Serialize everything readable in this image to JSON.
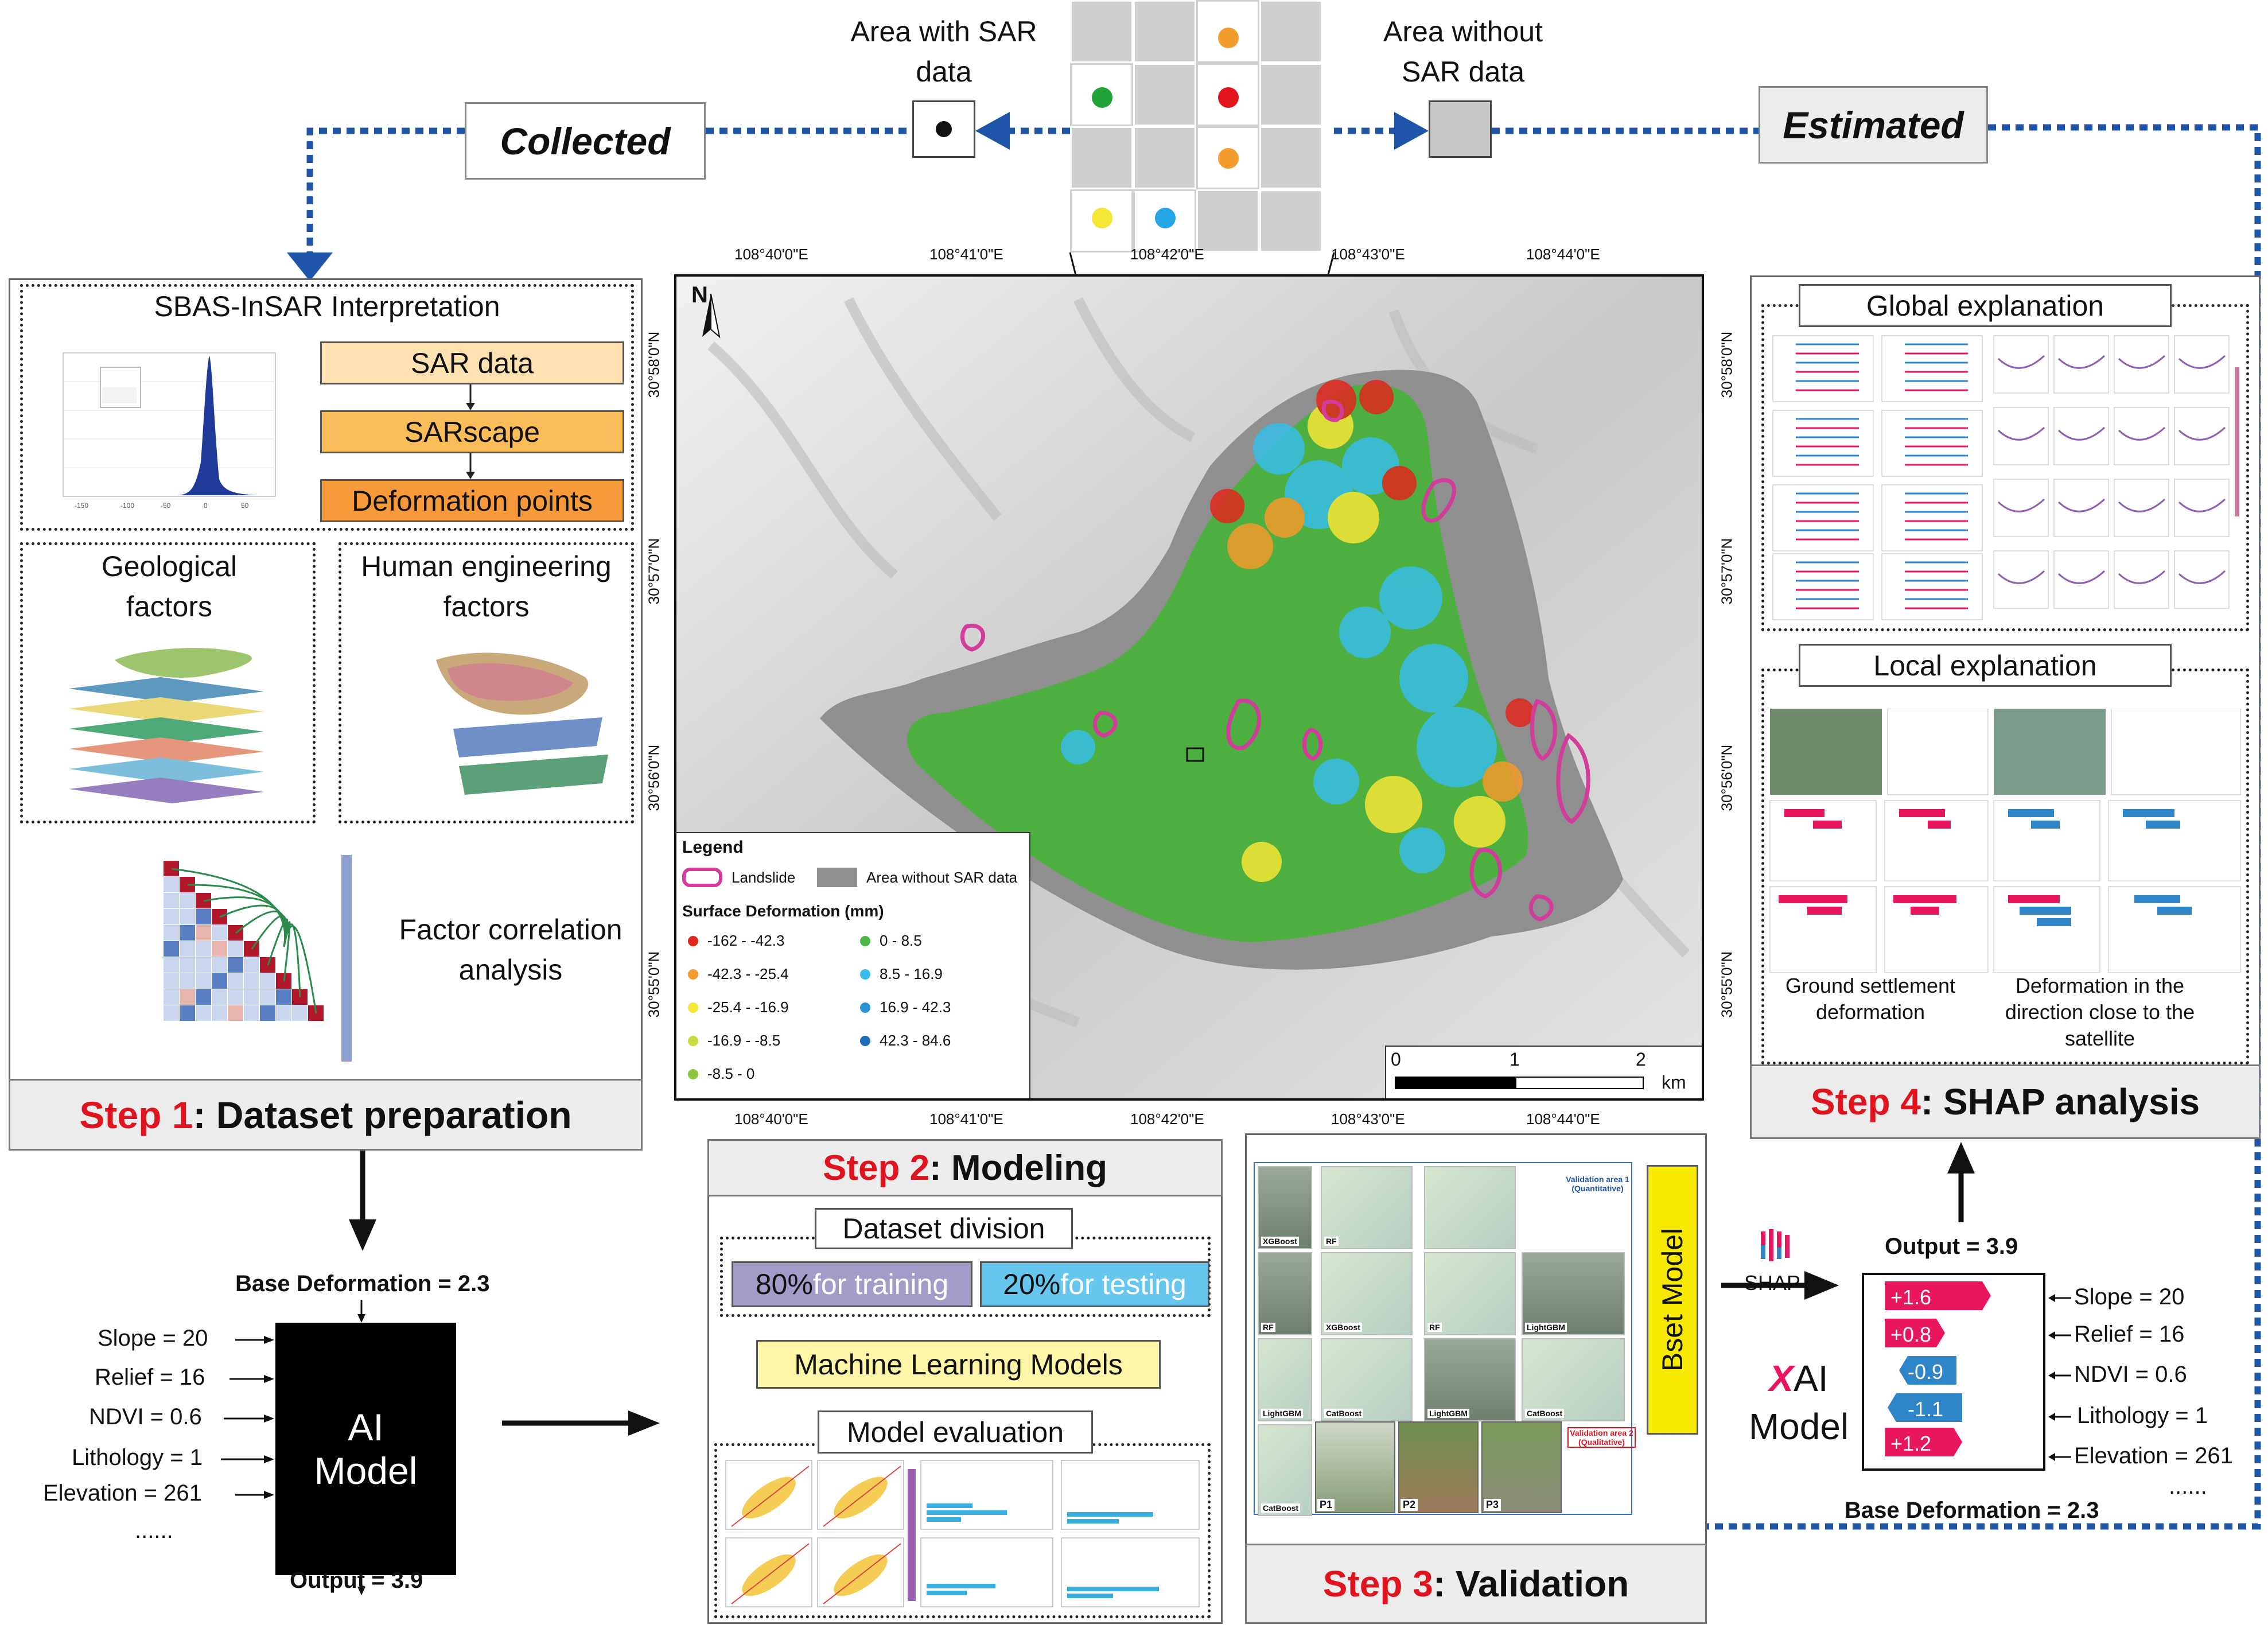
{
  "top": {
    "area_with": "Area with SAR data",
    "area_without": "Area without SAR data",
    "collected": "Collected",
    "estimated": "Estimated"
  },
  "step1": {
    "step_num": "Step 1",
    "step_label": ": Dataset preparation",
    "sbas_title": "SBAS-InSAR Interpretation",
    "flow": [
      "SAR data",
      "SARscape",
      "Deformation points"
    ],
    "geological": "Geological factors",
    "human": "Human engineering factors",
    "correlation": "Factor correlation analysis"
  },
  "ai_model": {
    "base": "Base Deformation = 2.3",
    "inputs": [
      "Slope = 20",
      "Relief = 16",
      "NDVI = 0.6",
      "Lithology = 1",
      "Elevation = 261"
    ],
    "ellipsis": "......",
    "label_line1": "AI",
    "label_line2": "Model",
    "output": "Output = 3.9"
  },
  "map": {
    "north": "N",
    "top_ticks": [
      "108°40'0\"E",
      "108°41'0\"E",
      "108°42'0\"E",
      "108°43'0\"E",
      "108°44'0\"E"
    ],
    "bottom_ticks": [
      "108°40'0\"E",
      "108°41'0\"E",
      "108°42'0\"E",
      "108°43'0\"E",
      "108°44'0\"E"
    ],
    "left_ticks": [
      "30°58'0\"N",
      "30°57'0\"N",
      "30°56'0\"N",
      "30°55'0\"N"
    ],
    "right_ticks": [
      "30°58'0\"N",
      "30°57'0\"N",
      "30°56'0\"N",
      "30°55'0\"N"
    ],
    "scale": [
      "0",
      "1",
      "2",
      "km"
    ],
    "legend": {
      "title": "Legend",
      "landslide": "Landslide",
      "no_sar": "Area without SAR data",
      "sd_title": "Surface Deformation (mm)",
      "classes_left": [
        {
          "label": "-162 - -42.3",
          "color": "#e1261c"
        },
        {
          "label": "-42.3 - -25.4",
          "color": "#f39b2c"
        },
        {
          "label": "-25.4 - -16.9",
          "color": "#f6e635"
        },
        {
          "label": "-16.9 - -8.5",
          "color": "#c8dc3c"
        },
        {
          "label": "-8.5 - 0",
          "color": "#8bc43f"
        }
      ],
      "classes_right": [
        {
          "label": "0 - 8.5",
          "color": "#4cb748"
        },
        {
          "label": "8.5 - 16.9",
          "color": "#36bde8"
        },
        {
          "label": "16.9 - 42.3",
          "color": "#2a93d4"
        },
        {
          "label": "42.3 - 84.6",
          "color": "#1f6fb8"
        }
      ]
    }
  },
  "step2": {
    "step_num": "Step 2",
    "step_label": ": Modeling",
    "division": "Dataset division",
    "train_pct": "80%",
    "train_txt": " for training",
    "test_pct": "20%",
    "test_txt": " for testing",
    "ml": "Machine Learning Models",
    "evaluation": "Model  evaluation"
  },
  "step3": {
    "step_num": "Step 3",
    "step_label": ": Validation",
    "best_model": "Bset Model",
    "thumb_labels": [
      "XGBoost",
      "RF",
      "XGBoost",
      "RF",
      "LightGBM",
      "CatBoost",
      "LightGBM",
      "CatBoost",
      "LightGBM",
      "CatBoost"
    ],
    "photo_labels": [
      "P1",
      "P2",
      "P3"
    ],
    "val1": "Validation area 1",
    "val1_sub": "(Quantitative)",
    "val2": "Validation area 2",
    "val2_sub": "(Qualitative)"
  },
  "xai": {
    "shap_logo": "SHAP",
    "x_letter": "X",
    "ai": "AI",
    "model": "Model",
    "output": "Output = 3.9",
    "base": "Base Deformation = 2.3",
    "bars": [
      {
        "label": "+1.6",
        "feature": "Slope = 20",
        "color": "#e8175d"
      },
      {
        "label": "+0.8",
        "feature": "Relief = 16",
        "color": "#e8175d"
      },
      {
        "label": "-0.9",
        "feature": "NDVI = 0.6",
        "color": "#2e86c8"
      },
      {
        "label": "-1.1",
        "feature": "Lithology = 1",
        "color": "#2e86c8"
      },
      {
        "label": "+1.2",
        "feature": "Elevation = 261",
        "color": "#e8175d"
      }
    ],
    "ellipsis": "......"
  },
  "step4": {
    "step_num": "Step 4",
    "step_label": ": SHAP analysis",
    "global": "Global explanation",
    "local": "Local explanation",
    "ground": "Ground settlement deformation",
    "direction": "Deformation in the direction close to the satellite"
  },
  "colors": {
    "accent_red": "#e0141e",
    "arrow_blue": "#1f55a8",
    "shap_pos": "#e8175d",
    "shap_neg": "#2e86c8"
  }
}
